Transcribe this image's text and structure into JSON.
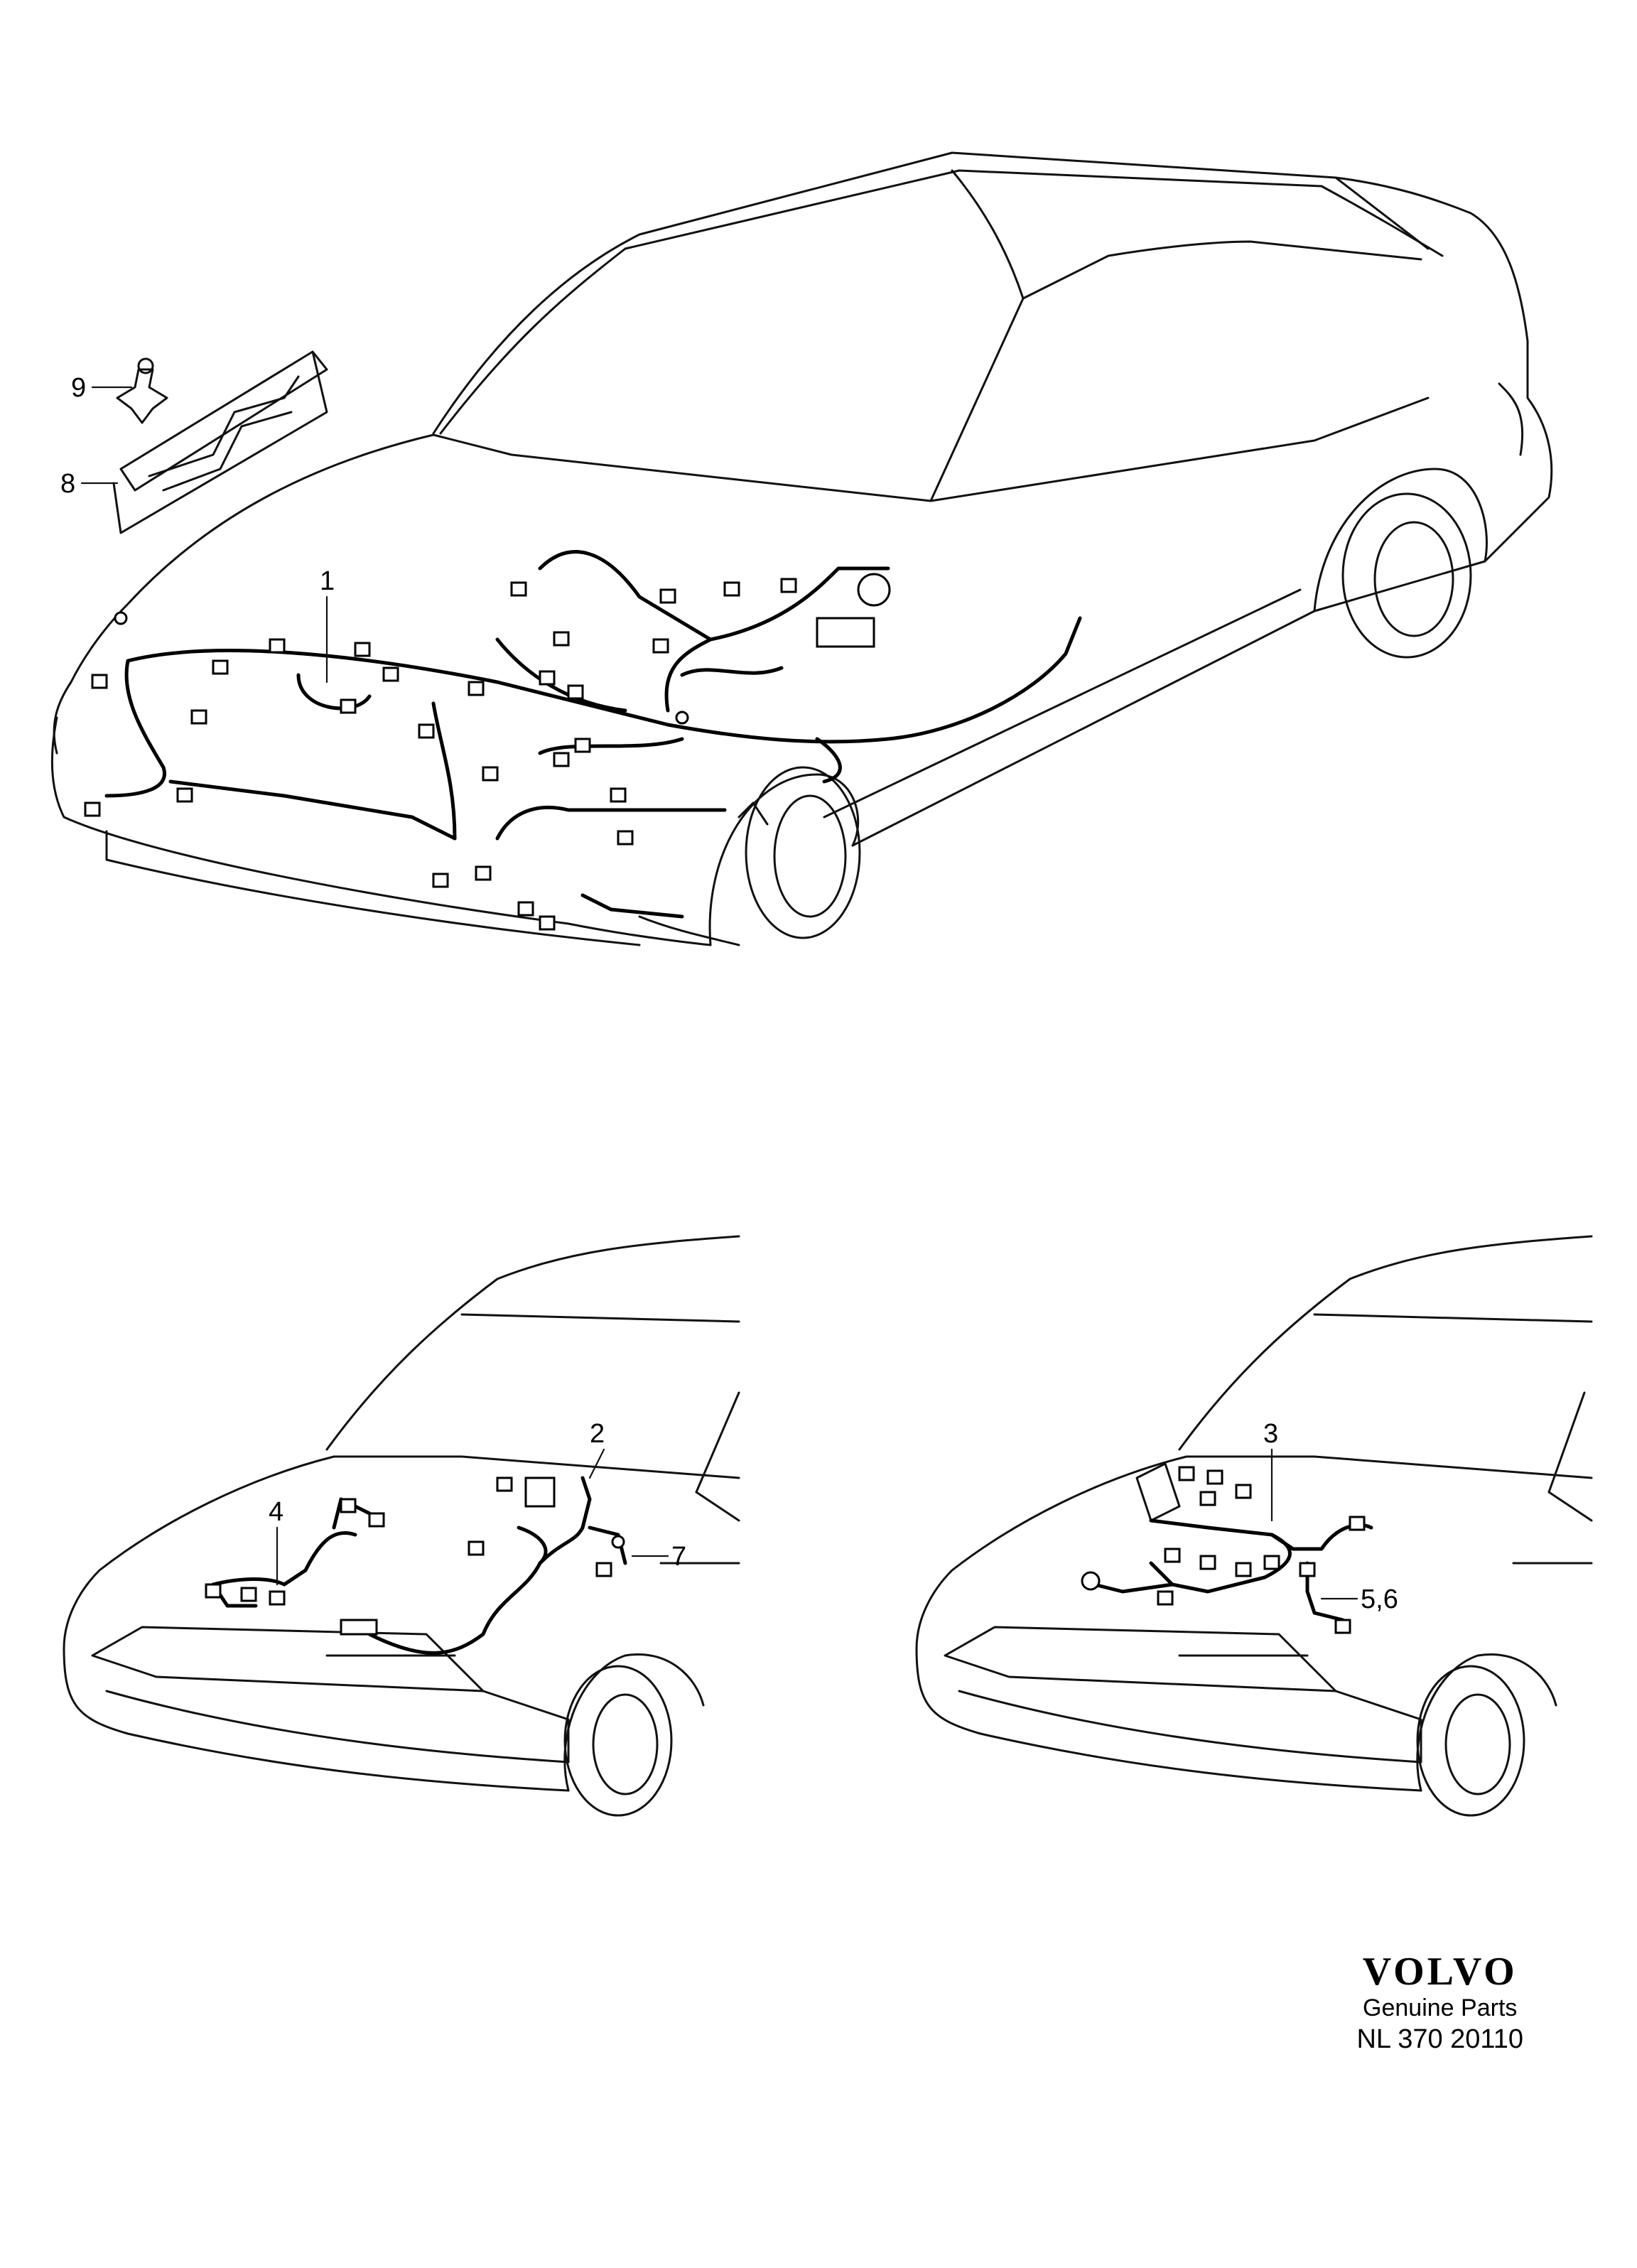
{
  "callouts": {
    "c1": "1",
    "c2": "2",
    "c3": "3",
    "c4": "4",
    "c56": "5,6",
    "c7": "7",
    "c8": "8",
    "c9": "9"
  },
  "brand": {
    "logo": "VOLVO",
    "subtitle": "Genuine Parts",
    "code": "NL 370 20110"
  }
}
